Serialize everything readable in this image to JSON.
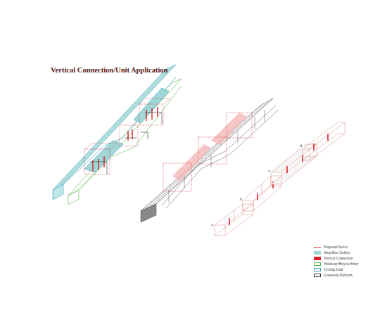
{
  "diagram": {
    "title": "Vertical Connection/Unit Application",
    "labels": [
      "a.",
      "b.",
      "c.",
      "d."
    ],
    "legend": [
      {
        "text": "Proposed Sector"
      },
      {
        "text": "Shop/Res./Gallery",
        "color": "#9fd8d6"
      },
      {
        "text": "Vertical Connection",
        "color": "#d8232a"
      },
      {
        "text": "Walkway/Bicycle Entry"
      },
      {
        "text": "Cycling Link"
      },
      {
        "text": "Greenway Platform"
      }
    ]
  }
}
